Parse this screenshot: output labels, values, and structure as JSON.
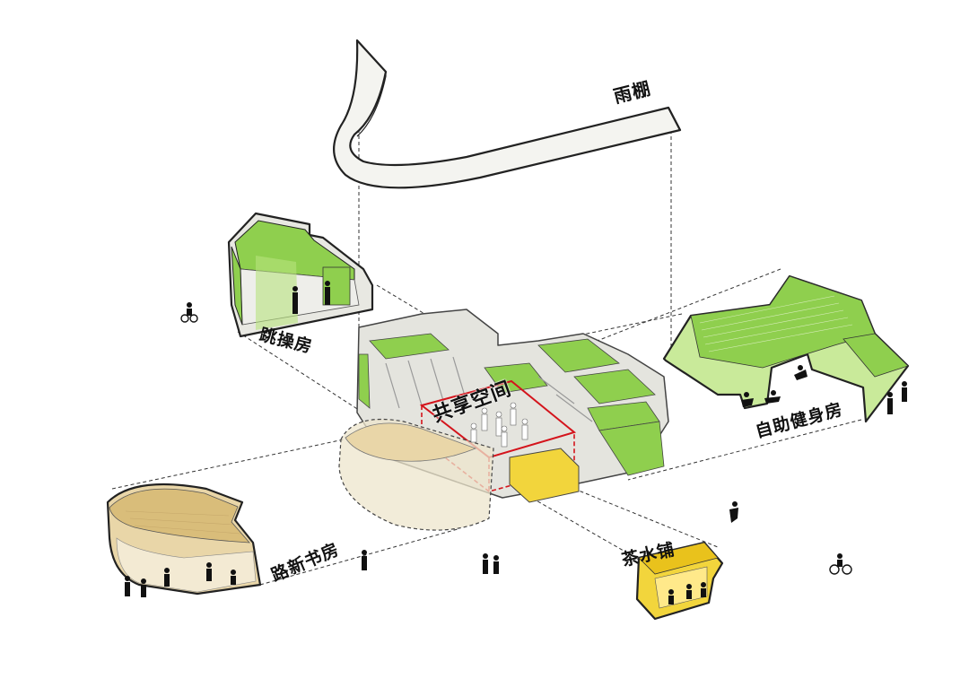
{
  "labels": {
    "canopy": "雨棚",
    "aerobics": "跳操房",
    "gym": "自助健身房",
    "shared": "共享空间",
    "bookroom": "路新书房",
    "tea": "茶水铺"
  },
  "colors": {
    "green": "#8fcf4e",
    "green_light": "#c9ea9a",
    "wood": "#e9d6a8",
    "yellow": "#f2d53c",
    "red_accent": "#d4141c",
    "grey_structure": "#dcdcd6"
  }
}
